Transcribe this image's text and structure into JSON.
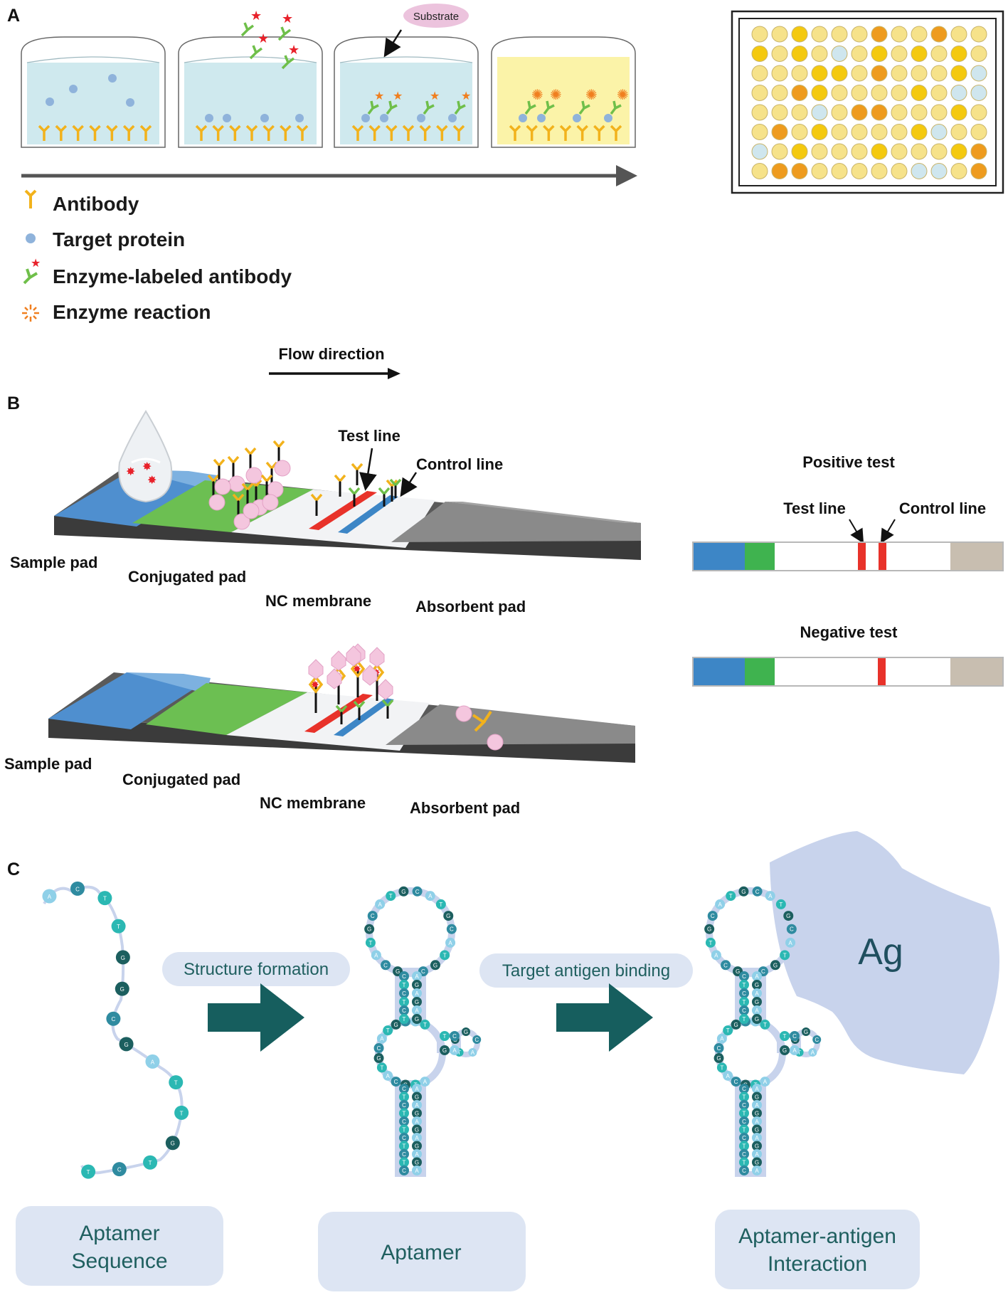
{
  "panel_a": {
    "label": "A",
    "substrate": "Substrate",
    "legend": {
      "antibody": "Antibody",
      "target_protein": "Target protein",
      "enzyme_antibody": "Enzyme-labeled antibody",
      "enzyme_reaction": "Enzyme reaction"
    },
    "plate_colors": [
      "#f6e28a",
      "#f6e28a",
      "#f4c90f",
      "#f6e28a",
      "#f6e28a",
      "#f6e28a",
      "#ee9b1e",
      "#f6e28a",
      "#f6e28a",
      "#ee9b1e",
      "#f6e28a",
      "#f6e28a",
      "#f4c90f",
      "#f6e28a",
      "#f4c90f",
      "#f6e28a",
      "#cfe6ee",
      "#f6e28a",
      "#f4c90f",
      "#f6e28a",
      "#f4c90f",
      "#f6e28a",
      "#f4c90f",
      "#f6e28a",
      "#f6e28a",
      "#f6e28a",
      "#f6e28a",
      "#f4c90f",
      "#f4c90f",
      "#f6e28a",
      "#ee9b1e",
      "#f6e28a",
      "#f6e28a",
      "#f6e28a",
      "#f4c90f",
      "#cfe6ee",
      "#f6e28a",
      "#f6e28a",
      "#ee9b1e",
      "#f4c90f",
      "#f6e28a",
      "#f6e28a",
      "#f6e28a",
      "#f6e28a",
      "#f4c90f",
      "#f6e28a",
      "#cfe6ee",
      "#cfe6ee",
      "#f6e28a",
      "#f6e28a",
      "#f6e28a",
      "#cfe6ee",
      "#f6e28a",
      "#ee9b1e",
      "#ee9b1e",
      "#f6e28a",
      "#f6e28a",
      "#f6e28a",
      "#f4c90f",
      "#f6e28a",
      "#f6e28a",
      "#ee9b1e",
      "#f6e28a",
      "#f4c90f",
      "#f6e28a",
      "#f6e28a",
      "#f6e28a",
      "#f6e28a",
      "#f4c90f",
      "#cfe6ee",
      "#f6e28a",
      "#f6e28a",
      "#cfe6ee",
      "#f6e28a",
      "#f4c90f",
      "#f6e28a",
      "#f6e28a",
      "#f6e28a",
      "#f4c90f",
      "#f6e28a",
      "#f6e28a",
      "#f6e28a",
      "#f4c90f",
      "#ee9b1e",
      "#f6e28a",
      "#ee9b1e",
      "#ee9b1e",
      "#f6e28a",
      "#f6e28a",
      "#f6e28a",
      "#f6e28a",
      "#f6e28a",
      "#cfe6ee",
      "#cfe6ee",
      "#f6e28a",
      "#ee9b1e"
    ]
  },
  "panel_b": {
    "label": "B",
    "flow_direction": "Flow direction",
    "test_line": "Test line",
    "control_line": "Control line",
    "sample_pad": "Sample pad",
    "conjugated_pad": "Conjugated pad",
    "nc_membrane": "NC membrane",
    "absorbent_pad": "Absorbent pad",
    "positive_test": "Positive test",
    "negative_test": "Negative test"
  },
  "panel_c": {
    "label": "C",
    "sequence": [
      "A",
      "C",
      "T",
      "T",
      "G",
      "G",
      "C",
      "G",
      "A",
      "T",
      "T",
      "G",
      "T",
      "C",
      "T"
    ],
    "structure_formation": "Structure formation",
    "target_binding": "Target antigen binding",
    "antigen": "Ag",
    "box1_line1": "Aptamer",
    "box1_line2": "Sequence",
    "box2": "Aptamer",
    "box3_line1": "Aptamer-antigen",
    "box3_line2": "Interaction"
  },
  "colors": {
    "antibody": "#f2b21c",
    "target": "#8fb3db",
    "enzyme_antibody": "#6fbf4a",
    "star": "#e8212a",
    "orange_star": "#f07f1f",
    "teal_dark": "#1c5f5f",
    "sample_blue": "#3d86c6",
    "conj_green": "#6cbf52",
    "test_red": "#e8322a",
    "absorbent": "#c8beb0"
  }
}
